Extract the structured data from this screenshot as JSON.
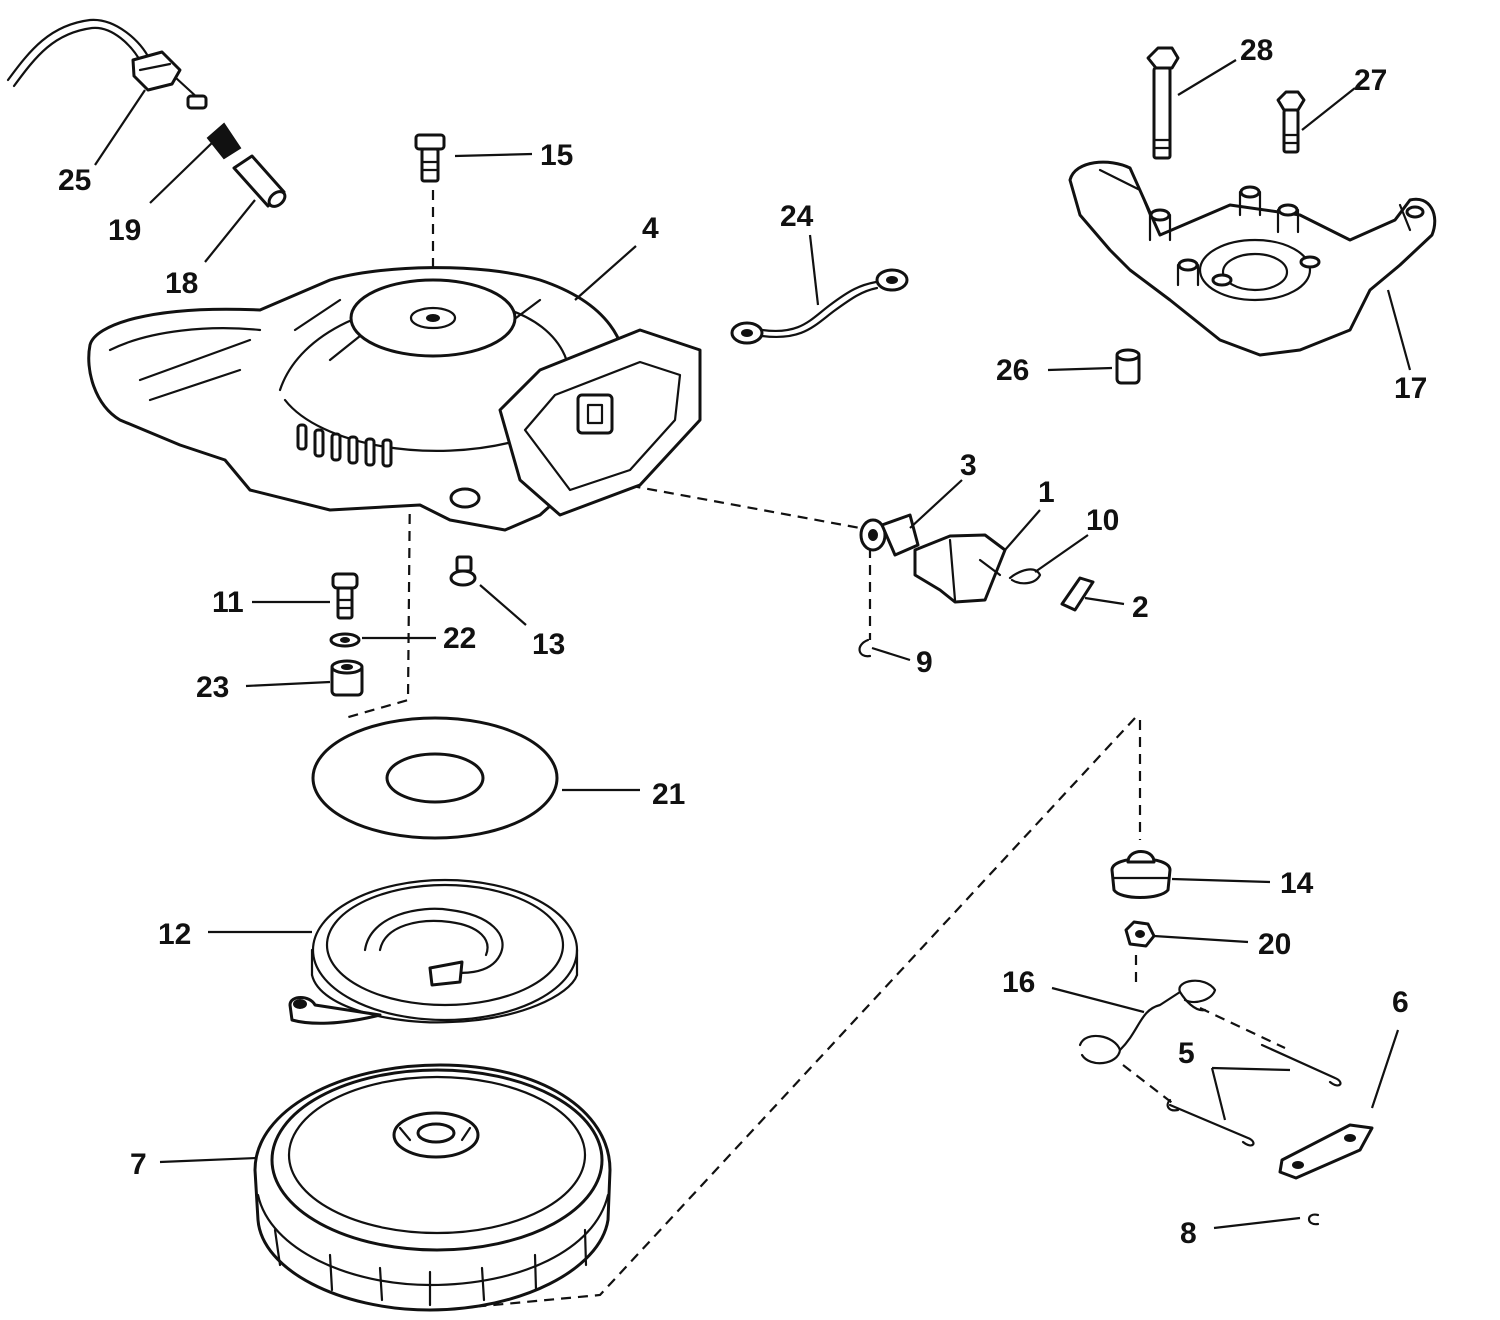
{
  "callouts": [
    {
      "id": "1",
      "label": "1"
    },
    {
      "id": "2",
      "label": "2"
    },
    {
      "id": "3",
      "label": "3"
    },
    {
      "id": "4",
      "label": "4"
    },
    {
      "id": "5",
      "label": "5"
    },
    {
      "id": "6",
      "label": "6"
    },
    {
      "id": "7",
      "label": "7"
    },
    {
      "id": "8",
      "label": "8"
    },
    {
      "id": "9",
      "label": "9"
    },
    {
      "id": "10",
      "label": "10"
    },
    {
      "id": "11",
      "label": "11"
    },
    {
      "id": "12",
      "label": "12"
    },
    {
      "id": "13",
      "label": "13"
    },
    {
      "id": "14",
      "label": "14"
    },
    {
      "id": "15",
      "label": "15"
    },
    {
      "id": "16",
      "label": "16"
    },
    {
      "id": "17",
      "label": "17"
    },
    {
      "id": "18",
      "label": "18"
    },
    {
      "id": "19",
      "label": "19"
    },
    {
      "id": "20",
      "label": "20"
    },
    {
      "id": "21",
      "label": "21"
    },
    {
      "id": "22",
      "label": "22"
    },
    {
      "id": "23",
      "label": "23"
    },
    {
      "id": "24",
      "label": "24"
    },
    {
      "id": "25",
      "label": "25"
    },
    {
      "id": "26",
      "label": "26"
    },
    {
      "id": "27",
      "label": "27"
    },
    {
      "id": "28",
      "label": "28"
    }
  ]
}
